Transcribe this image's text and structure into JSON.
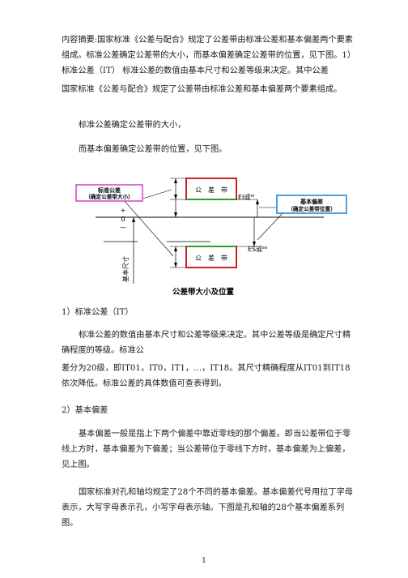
{
  "paragraphs": {
    "p1": "内容摘要:国家标准《公差与配合》规定了公差带由标准公差和基本偏差两个要素组成。标准公差确定公差带的大小，而基本偏差确定公差带的位置，见下图。1）标准公差（IT） 标准公差的数值由基本尺寸和公差等级来决定。其中公差",
    "p2": "国家标准《公差与配合》规定了公差带由标准公差和基本偏差两个要素组成。",
    "p3": "标准公差确定公差带的大小，",
    "p4": "而基本偏差确定公差带的位置，见下图。",
    "h1": "1）标准公差（IT）",
    "p5": "标准公差的数值由基本尺寸和公差等级来决定。其中公差等级是确定尺寸精确程度的等级。标准公",
    "p6": "差分为20级，即IT01，IT0，IT1，…，IT18。其尺寸精确程度从IT01到IT18依次降低。标准公差的具体数值可查表得到。",
    "h2": "2）基本偏差",
    "p7": "基本偏差一般是指上下两个偏差中靠近零线的那个偏差。即当公差带位于零线上方时，基本偏差为下偏差；当公差带位于零线下方时，基本偏差为上偏差，见上图。",
    "p8": "国家标准对孔和轴均规定了28个不同的基本偏差。基本偏差代号用拉丁字母表示，大写字母表示孔，小写字母表示轴。下图是孔和轴的28个基本偏差系列图。"
  },
  "figure": {
    "left_label_line1": "标准公差",
    "left_label_line2": "（确定公差带大小）",
    "top_band_label": "公　差　带",
    "bottom_band_label": "公　差　带",
    "ei_label": "EI或",
    "ei_sub": "ei",
    "es_label": "ES或",
    "es_sub": "es",
    "right_label_line1": "基本偏差",
    "right_label_line2": "（确定公差带位置）",
    "zero_plus": "+",
    "zero_zero": "0",
    "zero_minus": "—",
    "basic_size": "基本尺寸",
    "caption": "公差带大小及位置"
  },
  "page_number": "1"
}
